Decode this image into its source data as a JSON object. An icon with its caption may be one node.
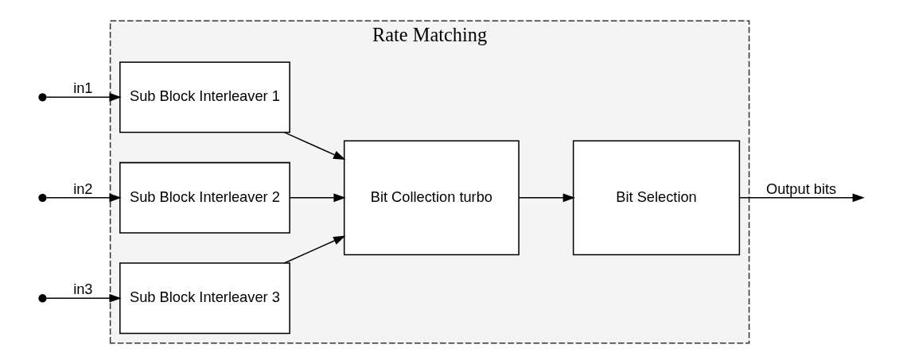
{
  "diagram": {
    "nodes": [
      {
        "text": [
          "Rate Matching"
        ]
      },
      {
        "text": [
          "Sub Block Interleaver 1"
        ],
        "in": 0
      },
      {
        "text": [
          "Sub Block Interleaver 2"
        ],
        "in": 0
      },
      {
        "text": [
          "Sub Block Interleaver 3"
        ],
        "in": 0
      },
      {
        "text": [
          "Bit Collection turbo"
        ],
        "in": 0
      },
      {
        "text": [
          "Bit Selection"
        ],
        "in": 0
      },
      {
        "text": [],
        "shape": "circle"
      },
      {
        "text": [],
        "shape": "circle"
      },
      {
        "text": [],
        "shape": "circle"
      }
    ],
    "edges": [
      {
        "from": 6,
        "to": 1,
        "arrow": "to",
        "label": "in1"
      },
      {
        "from": 7,
        "to": 2,
        "arrow": "to",
        "label": "in2"
      },
      {
        "from": 8,
        "to": 3,
        "arrow": "to",
        "label": "in3"
      },
      {
        "from": 1,
        "to": 4,
        "arrow": "to"
      },
      {
        "from": 2,
        "to": 4,
        "arrow": "to"
      },
      {
        "from": 3,
        "to": 4,
        "arrow": "to"
      },
      {
        "from": 4,
        "to": 5,
        "arrow": "to"
      },
      {
        "from": 5,
        "to": null,
        "arrow": "to",
        "label": "Output bits"
      }
    ]
  }
}
